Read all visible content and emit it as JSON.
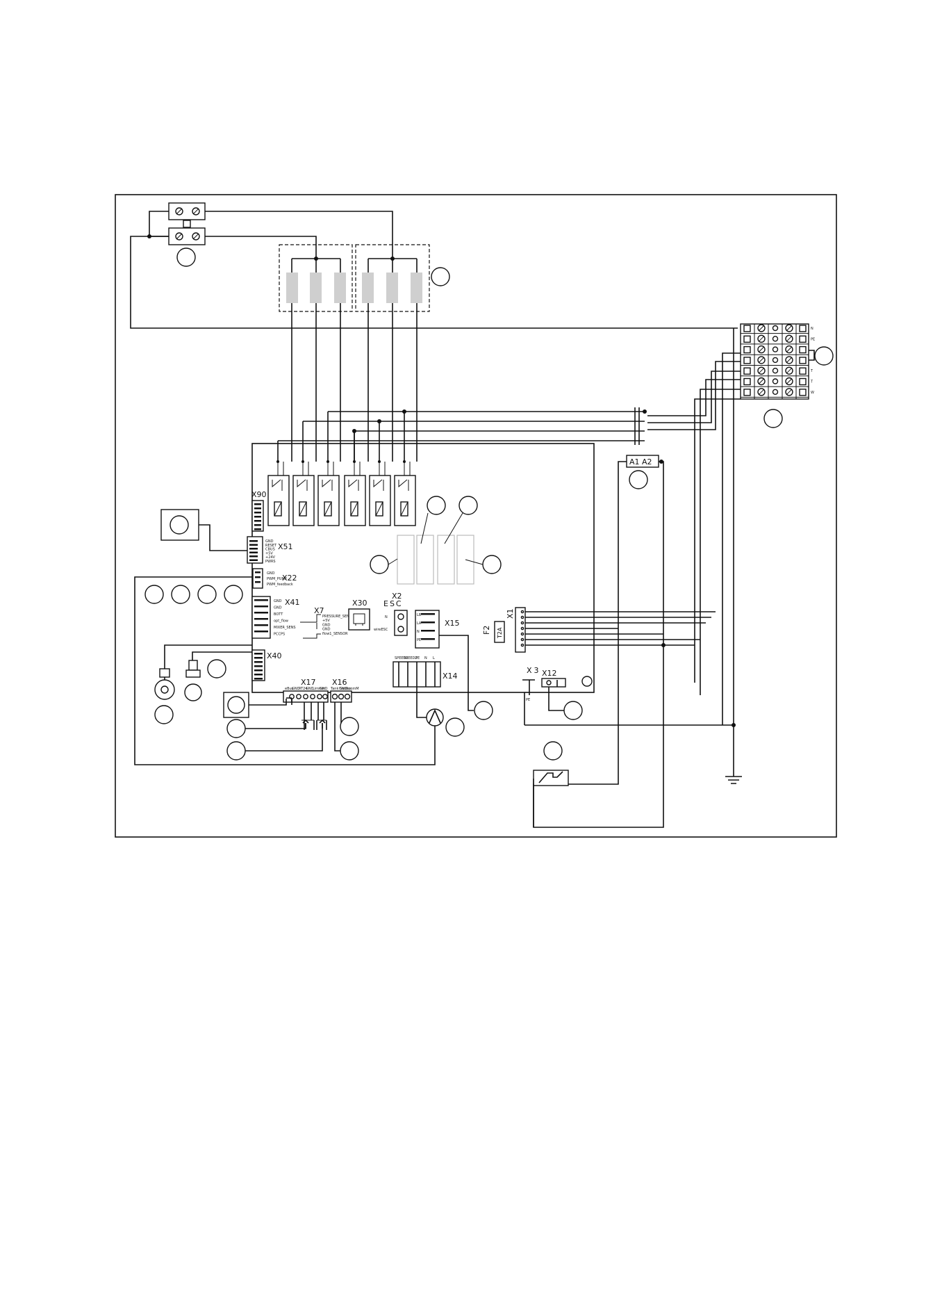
{
  "connectors": {
    "x90": "X90",
    "x51": "X51",
    "x22": "X22",
    "x41": "X41",
    "x40": "X40",
    "x30": "X30",
    "x2": "X2",
    "esc": "ESC",
    "x7": "X7",
    "x15": "X15",
    "x17": "X17",
    "x16": "X16",
    "x14": "X14",
    "x1": "X1",
    "x3": "X3",
    "x12": "X12",
    "f2": "F2",
    "t2a": "T2A",
    "a1a2": "A1 A2",
    "pe": "PE"
  },
  "pin_labels": {
    "x51": [
      "GND",
      "RESET",
      "CBUS",
      "+5V",
      "+24V",
      "PWRS"
    ],
    "x22": [
      "GND",
      "PWM_PUMP",
      "PWM_feedback"
    ],
    "x41": [
      "GND",
      "GND",
      "BOTT",
      "opt_flow",
      "MIXER_SENS",
      "PCCPS"
    ],
    "x7": [
      "PRESSURE_SENSOR",
      "+5V",
      "GND",
      "GND",
      "flow1_SENSOR"
    ],
    "x2": [
      "N",
      "wireESC"
    ],
    "x15": [
      "LB",
      "LA",
      "N",
      "PE"
    ],
    "x17": [
      "eBus",
      "GND",
      "RT24",
      "GND",
      "Limiter",
      "GND"
    ],
    "x16": [
      "Tank Sensor",
      "GND",
      "RoomM"
    ],
    "x14": [
      "SPEED1",
      "SPEED2",
      "PE",
      "N",
      "L"
    ],
    "terminal_block": [
      "N",
      "PE",
      "",
      "",
      "T",
      "T",
      "W"
    ]
  }
}
